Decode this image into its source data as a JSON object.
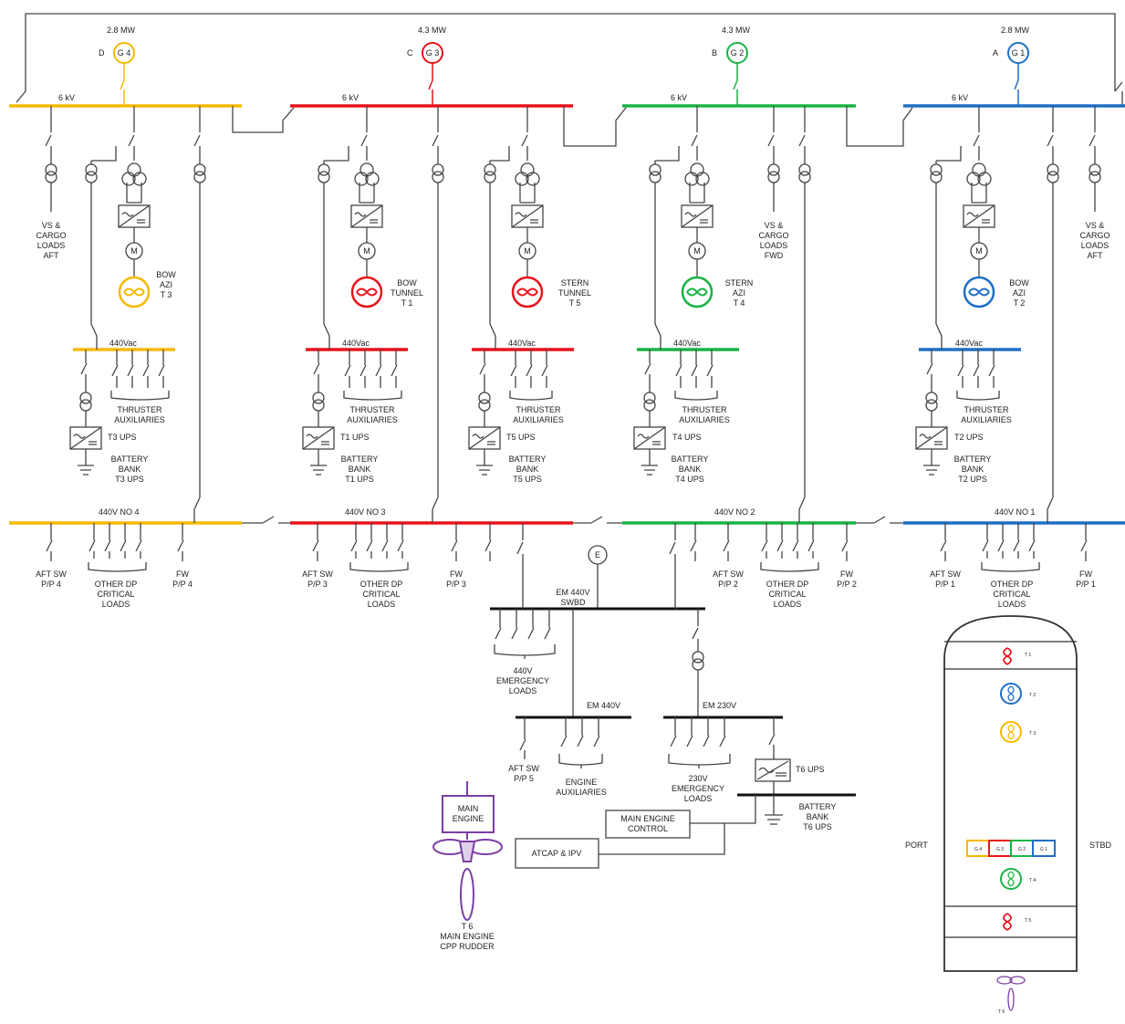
{
  "colors": {
    "g4": "#f5b900",
    "g3": "#e8131c",
    "g2": "#19b344",
    "g1": "#1f6fc5",
    "em": "#111111",
    "purple": "#7b3fa3",
    "line": "#444444"
  },
  "generators": [
    {
      "key": "g4",
      "power": "2.8 MW",
      "letter": "D",
      "name": "G 4"
    },
    {
      "key": "g3",
      "power": "4.3 MW",
      "letter": "C",
      "name": "G 3"
    },
    {
      "key": "g2",
      "power": "4.3 MW",
      "letter": "B",
      "name": "G 2"
    },
    {
      "key": "g1",
      "power": "2.8 MW",
      "letter": "A",
      "name": "G 1"
    }
  ],
  "bus_6kv_label": "6 kV",
  "feeders": {
    "g4": [
      "VS &",
      "CARGO",
      "LOADS",
      "AFT"
    ],
    "g2": [
      "VS &",
      "CARGO",
      "LOADS",
      "FWD"
    ],
    "g1": [
      "VS &",
      "CARGO",
      "LOADS",
      "AFT"
    ]
  },
  "motor_label": "M",
  "thrusters": [
    {
      "key": "g4",
      "lines": [
        "BOW",
        "AZI",
        "T 3"
      ]
    },
    {
      "key": "g3",
      "lines": [
        "BOW",
        "TUNNEL",
        "T 1"
      ]
    },
    {
      "key": "g3",
      "lines": [
        "STERN",
        "TUNNEL",
        "T 5"
      ]
    },
    {
      "key": "g2",
      "lines": [
        "STERN",
        "AZI",
        "T 4"
      ]
    },
    {
      "key": "g1",
      "lines": [
        "BOW",
        "AZI",
        "T 2"
      ]
    }
  ],
  "bus_440vac_label": "440Vac",
  "thruster_aux": [
    "THRUSTER",
    "AUXILIARIES"
  ],
  "ups": [
    {
      "ups": "T3 UPS",
      "bank": [
        "BATTERY",
        "BANK",
        "T3 UPS"
      ]
    },
    {
      "ups": "T1 UPS",
      "bank": [
        "BATTERY",
        "BANK",
        "T1 UPS"
      ]
    },
    {
      "ups": "T5 UPS",
      "bank": [
        "BATTERY",
        "BANK",
        "T5 UPS"
      ]
    },
    {
      "ups": "T4 UPS",
      "bank": [
        "BATTERY",
        "BANK",
        "T4 UPS"
      ]
    },
    {
      "ups": "T2 UPS",
      "bank": [
        "BATTERY",
        "BANK",
        "T2 UPS"
      ]
    }
  ],
  "bus_440v": [
    "440V NO 4",
    "440V NO 3",
    "440V NO 2",
    "440V NO 1"
  ],
  "aft_sw": [
    [
      "AFT SW",
      "P/P 4"
    ],
    [
      "AFT SW",
      "P/P 3"
    ],
    [
      "AFT SW",
      "P/P 2"
    ],
    [
      "AFT SW",
      "P/P 1"
    ]
  ],
  "fw_pp": [
    [
      "FW",
      "P/P 4"
    ],
    [
      "FW",
      "P/P 3"
    ],
    [
      "FW",
      "P/P 2"
    ],
    [
      "FW",
      "P/P 1"
    ]
  ],
  "other_dp": [
    "OTHER DP",
    "CRITICAL",
    "LOADS"
  ],
  "emergency": {
    "gen_label": "E",
    "swbd": [
      "EM 440V",
      "SWBD"
    ],
    "em_loads": [
      "440V",
      "EMERGENCY",
      "LOADS"
    ],
    "em440": "EM 440V",
    "em230": "EM 230V",
    "aft_sw5": [
      "AFT SW",
      "P/P 5"
    ],
    "engine_aux": [
      "ENGINE",
      "AUXILIARIES"
    ],
    "loads_230": [
      "230V",
      "EMERGENCY",
      "LOADS"
    ],
    "t6ups": "T6 UPS",
    "battery_t6": [
      "BATTERY",
      "BANK",
      "T6 UPS"
    ],
    "me_control": [
      "MAIN ENGINE",
      "CONTROL"
    ],
    "atcap": "ATCAP & IPV"
  },
  "main_engine": {
    "box": [
      "MAIN",
      "ENGINE"
    ],
    "caption": [
      "T 6",
      "MAIN ENGINE",
      "CPP RUDDER"
    ]
  },
  "ship": {
    "port": "PORT",
    "stbd": "STBD",
    "t1": "T 1",
    "t2": "T 2",
    "t3": "T 3",
    "t4": "T 4",
    "t5": "T 5",
    "t6": "T 6",
    "gens": [
      "G 4",
      "G 3",
      "G 2",
      "G 1"
    ]
  }
}
